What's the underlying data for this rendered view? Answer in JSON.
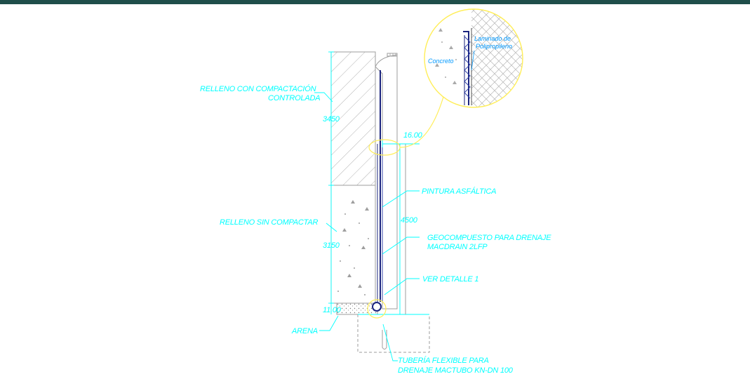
{
  "labels": {
    "relleno_controlado_1": "RELLENO CON COMPACTACIÓN",
    "relleno_controlado_2": "CONTROLADA",
    "relleno_sin": "RELLENO SIN COMPACTAR",
    "arena": "ARENA",
    "pintura": "PINTURA ASFÁLTICA",
    "geocompuesto_1": "GEOCOMPUESTO PARA DRENAJE",
    "geocompuesto_2": "MACDRAIN 2LFP",
    "ver_detalle": "VER DETALLE 1",
    "tuberia_1": "TUBERÍA FLEXIBLE PARA",
    "tuberia_2": "DRENAJE MACTUBO KN-DN 100",
    "detail_concreto": "Concreto",
    "detail_lamina_1": "Laminado de",
    "detail_lamina_2": "Polipropileno"
  },
  "dimensions": {
    "d_3450": "3450",
    "d_3150": "3150",
    "d_4500": "4500",
    "d_16": "16.00",
    "d_11": "11.00"
  },
  "colors": {
    "header_bar": "#1f4e4a",
    "annotation": "#00ffff",
    "detail_text": "#0099ff",
    "outline": "#999999",
    "wall_line": "#1a237e",
    "callout": "#ffee58"
  }
}
